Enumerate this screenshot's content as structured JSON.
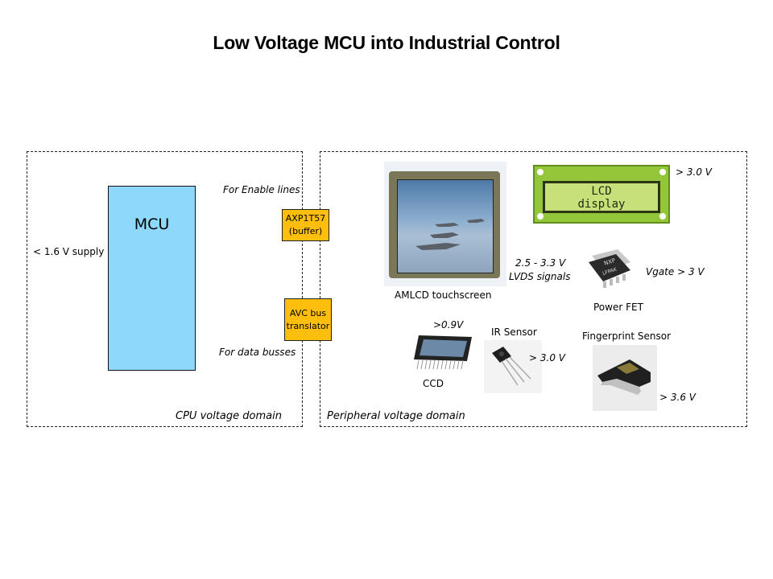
{
  "title": "Low Voltage MCU into Industrial Control",
  "cpu_domain": {
    "label": "CPU voltage domain",
    "mcu_label": "MCU",
    "supply_label": "< 1.6 V supply",
    "enable_lines_label": "For Enable lines",
    "data_busses_label": "For data busses"
  },
  "translators": [
    {
      "line1": "AXP1T57",
      "line2": "(buffer)"
    },
    {
      "line1": "AVC bus",
      "line2": "translator"
    }
  ],
  "peripheral_domain": {
    "label": "Peripheral voltage domain",
    "devices": {
      "amlcd": {
        "name": "AMLCD touchscreen"
      },
      "lvds": {
        "voltage": "2.5 - 3.3 V",
        "signal": "LVDS signals"
      },
      "lcd": {
        "screen_line1": "LCD",
        "screen_line2": "display",
        "voltage": "> 3.0 V"
      },
      "power_fet": {
        "name": "Power FET",
        "voltage": "Vgate > 3 V",
        "chip_brand": "NXP",
        "chip_package": "LFPAK"
      },
      "ccd": {
        "name": "CCD",
        "voltage": ">0.9V"
      },
      "ir_sensor": {
        "name": "IR Sensor",
        "voltage": "> 3.0 V"
      },
      "fingerprint_sensor": {
        "name": "Fingerprint Sensor",
        "voltage": "> 3.6 V"
      }
    }
  },
  "colors": {
    "mcu_fill": "#8ed8fb",
    "translator_fill": "#fdbe0d",
    "lcd_green": "#94c63a"
  }
}
